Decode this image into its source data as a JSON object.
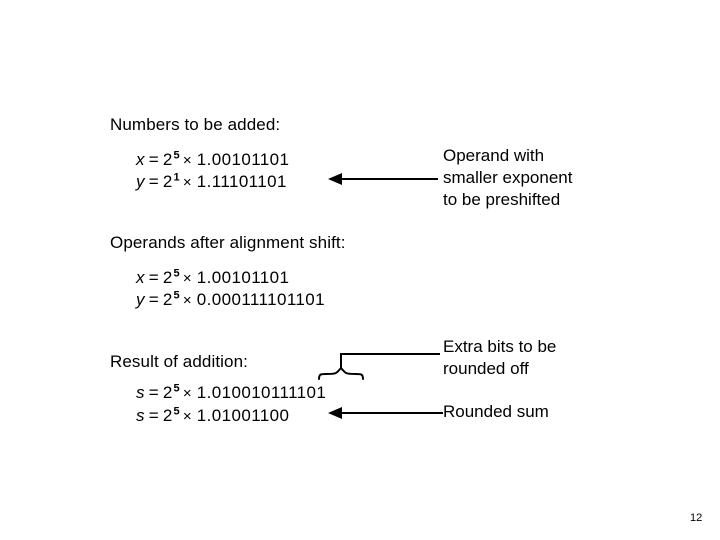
{
  "page": {
    "number": "12"
  },
  "blocks": [
    {
      "heading": "Numbers to be added:",
      "equations": [
        {
          "var": "x",
          "eq": "=",
          "base": "2",
          "exp": "5",
          "times": "×",
          "mantissa": "1.00101101"
        },
        {
          "var": "y",
          "eq": "=",
          "base": "2",
          "exp": "1",
          "times": "×",
          "mantissa": "1.11101101"
        }
      ]
    },
    {
      "heading": "Operands after alignment shift:",
      "equations": [
        {
          "var": "x",
          "eq": "=",
          "base": "2",
          "exp": "5",
          "times": "×",
          "mantissa": "1.00101101"
        },
        {
          "var": "y",
          "eq": "=",
          "base": "2",
          "exp": "5",
          "times": "×",
          "mantissa": "0.000111101101"
        }
      ]
    },
    {
      "heading": "Result of addition:",
      "equations": [
        {
          "var": "s",
          "eq": "=",
          "base": "2",
          "exp": "5",
          "times": "×",
          "mantissa": "1.010010111101"
        },
        {
          "var": "s",
          "eq": "=",
          "base": "2",
          "exp": "5",
          "times": "×",
          "mantissa": "1.01001100"
        }
      ]
    }
  ],
  "annotations": [
    {
      "line1": "Operand with",
      "line2": "smaller exponent",
      "line3": "to be preshifted"
    },
    {
      "line1": "Extra bits to be",
      "line2": "rounded off"
    },
    {
      "line1": "Rounded sum"
    }
  ]
}
